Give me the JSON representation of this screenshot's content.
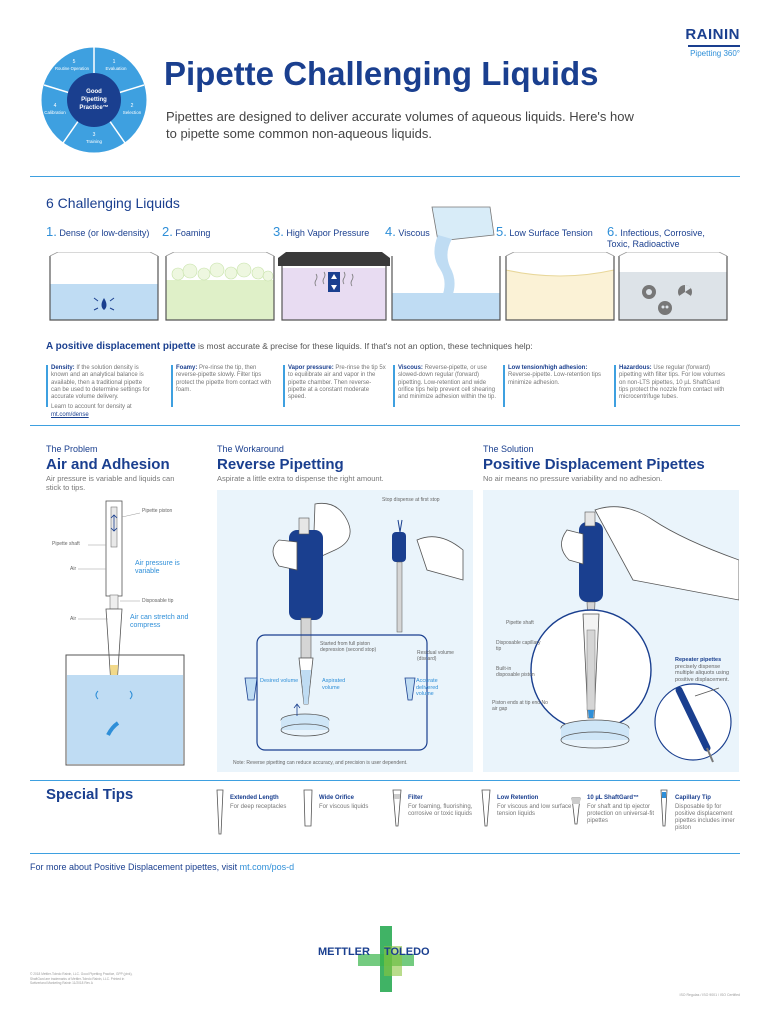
{
  "brand": {
    "name": "RAININ",
    "sub": "Pipetting 360°"
  },
  "wheel": {
    "center": [
      "Good",
      "Pipetting",
      "Practice™"
    ],
    "steps": [
      {
        "num": "1",
        "label": "Evaluation"
      },
      {
        "num": "2",
        "label": "Selection"
      },
      {
        "num": "3",
        "label": "Training"
      },
      {
        "num": "4",
        "label": "Calibration"
      },
      {
        "num": "5",
        "label": "Routine Operation"
      }
    ]
  },
  "title": "Pipette Challenging Liquids",
  "intro": "Pipettes are designed to deliver accurate volumes of aqueous liquids. Here's how to pipette some common non-aqueous liquids.",
  "challenging": {
    "heading": "6 Challenging Liquids",
    "items": [
      {
        "num": "1.",
        "label": "Dense (or low-density)"
      },
      {
        "num": "2.",
        "label": "Foaming"
      },
      {
        "num": "3.",
        "label": "High Vapor Pressure"
      },
      {
        "num": "4.",
        "label": "Viscous"
      },
      {
        "num": "5.",
        "label": "Low Surface Tension"
      },
      {
        "num": "6.",
        "label": "Infectious, Corrosive, Toxic, Radioactive"
      }
    ]
  },
  "pd_line": {
    "strong": "A positive displacement pipette",
    "rest": " is most accurate & precise for these liquids. If that's not an option, these techniques help:"
  },
  "techniques": [
    {
      "title": "Density:",
      "text": " If the solution density is known and an analytical balance is available, then a traditional pipette can be used to determine settings for accurate volume delivery.",
      "extra": "Learn to account for density at",
      "link": "mt.com/dense"
    },
    {
      "title": "Foamy:",
      "text": " Pre-rinse the tip, then reverse-pipette slowly. Filter tips protect the pipette from contact with foam."
    },
    {
      "title": "Vapor pressure:",
      "text": " Pre-rinse the tip 5x to equilibrate air and vapor in the pipette chamber. Then reverse-pipette at a constant moderate speed."
    },
    {
      "title": "Viscous:",
      "text": " Reverse-pipette, or use slowed-down regular (forward) pipetting. Low-retention and wide orifice tips help prevent cell shearing and minimize adhesion within the tip."
    },
    {
      "title": "Low tension/high adhesion:",
      "text": " Reverse-pipette. Low-retention tips minimize adhesion."
    },
    {
      "title": "Hazardous:",
      "text": " Use regular (forward) pipetting with filter tips. For low volumes on non-LTS pipettes, 10 µL ShaftGard tips protect the nozzle from contact with microcentrifuge tubes."
    }
  ],
  "problem": {
    "kicker": "The Problem",
    "title": "Air and Adhesion",
    "desc": "Air pressure is variable and liquids can stick to tips.",
    "labels": {
      "piston": "Pipette piston",
      "shaft": "Pipette shaft",
      "air1": "Air",
      "disp_tip": "Disposable tip",
      "air2": "Air"
    },
    "notes": {
      "pressure": "Air pressure is variable",
      "stretch": "Air can stretch and compress"
    }
  },
  "workaround": {
    "kicker": "The Workaround",
    "title": "Reverse Pipetting",
    "desc": "Aspirate a little extra to dispense the right amount.",
    "labels": {
      "stop": "Stop dispense at first stop",
      "started": "Started from full piston depression (second stop)",
      "residual": "Residual volume (discard)",
      "desired": "Desired volume",
      "aspirated": "Aspirated volume",
      "accurate": "Accurate delivered volume"
    },
    "note": "Note: Reverse pipetting can reduce accuracy, and precision is user dependent."
  },
  "solution": {
    "kicker": "The Solution",
    "title": "Positive Displacement Pipettes",
    "desc": "No air means no pressure variability and no adhesion.",
    "labels": {
      "shaft": "Pipette shaft",
      "capillary": "Disposable capillary tip",
      "piston": "Built-in disposable piston",
      "ends": "Piston ends at tip end No air gap",
      "repeater_title": "Repeater pipettes",
      "repeater_text": "precisely dispense multiple aliquots using positive displacement."
    }
  },
  "special": {
    "heading": "Special Tips",
    "items": [
      {
        "title": "Extended Length",
        "text": "For deep receptacles"
      },
      {
        "title": "Wide Orifice",
        "text": "For viscous liquids"
      },
      {
        "title": "Filter",
        "text": "For foaming, fluorishing, corrosive or toxic liquids"
      },
      {
        "title": "Low Retention",
        "text": "For viscous and low surface tension liquids"
      },
      {
        "title": "10 µL ShaftGard™",
        "text": "For shaft and tip ejector protection on universal-fit pipettes"
      },
      {
        "title": "Capillary Tip",
        "text": "Disposable tip for positive displacement pipettes includes inner piston"
      }
    ]
  },
  "more": {
    "text": "For more about Positive Displacement pipettes, visit ",
    "link": "mt.com/pos-d"
  },
  "footer": {
    "logo_left": "METTLER",
    "logo_right": "TOLEDO",
    "legal": "© 2018 Mettler-Toledo Rainin, LLC. Good Pipetting Practice, GPP (pink), ShaftGard are trademarks of Mettler-Toledo Rainin, LLC. Printed in Switzerland Marketing Rainin 11/2018 Rev A",
    "cert": "ISO Regulas / ISO 9001 / ISO Certified"
  },
  "colors": {
    "navy": "#1a3f8f",
    "blue": "#2f8fd8",
    "liquid": "#bfdcf3",
    "panel": "#eaf4fb"
  }
}
